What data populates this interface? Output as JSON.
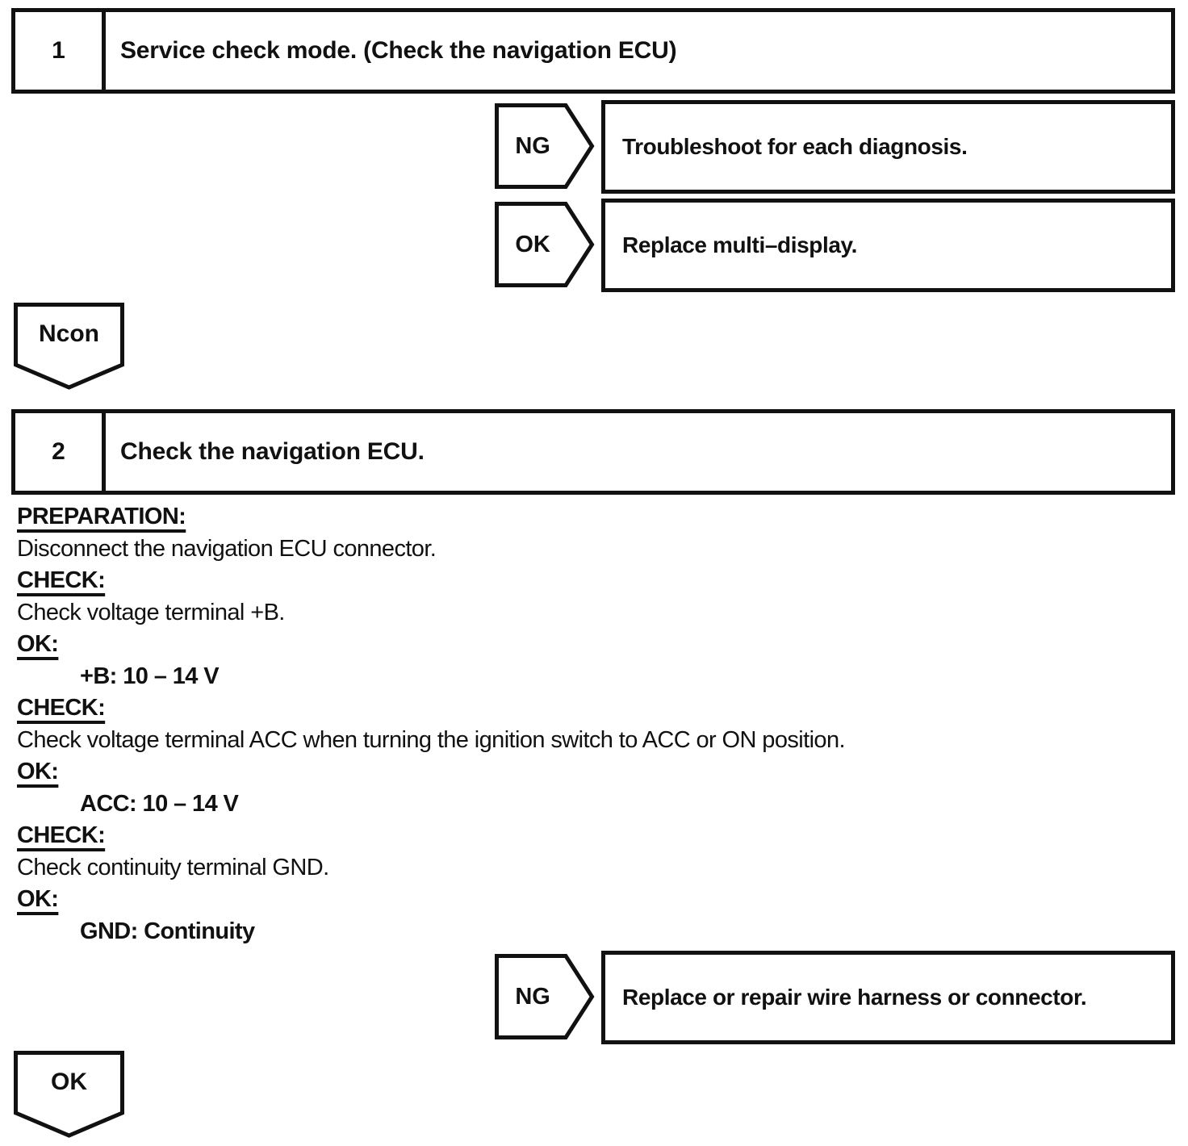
{
  "colors": {
    "paper": "#ffffff",
    "ink": "#111111"
  },
  "step1": {
    "number": "1",
    "title": "Service check mode. (Check the navigation ECU)",
    "ng_label": "NG",
    "ng_action": "Troubleshoot for each diagnosis.",
    "ok_label": "OK",
    "ok_action": "Replace multi–display."
  },
  "connector1": {
    "label": "Ncon"
  },
  "step2": {
    "number": "2",
    "title": "Check the navigation ECU.",
    "lines": [
      {
        "kind": "label",
        "text": "PREPARATION:"
      },
      {
        "kind": "text",
        "text": "Disconnect the navigation ECU connector."
      },
      {
        "kind": "label",
        "text": "CHECK:"
      },
      {
        "kind": "text",
        "text": "Check voltage terminal +B."
      },
      {
        "kind": "label",
        "text": "OK:"
      },
      {
        "kind": "spec",
        "text": "+B: 10 – 14 V"
      },
      {
        "kind": "label",
        "text": "CHECK:"
      },
      {
        "kind": "text",
        "text": "Check voltage terminal ACC when turning the ignition switch to ACC or ON position."
      },
      {
        "kind": "label",
        "text": "OK:"
      },
      {
        "kind": "spec",
        "text": "ACC: 10 – 14 V"
      },
      {
        "kind": "label",
        "text": "CHECK:"
      },
      {
        "kind": "text",
        "text": "Check continuity terminal GND."
      },
      {
        "kind": "label",
        "text": "OK:"
      },
      {
        "kind": "spec",
        "text": "GND: Continuity"
      }
    ],
    "ng_label": "NG",
    "ng_action": "Replace or repair wire harness or connector."
  },
  "connector2": {
    "label": "OK"
  }
}
